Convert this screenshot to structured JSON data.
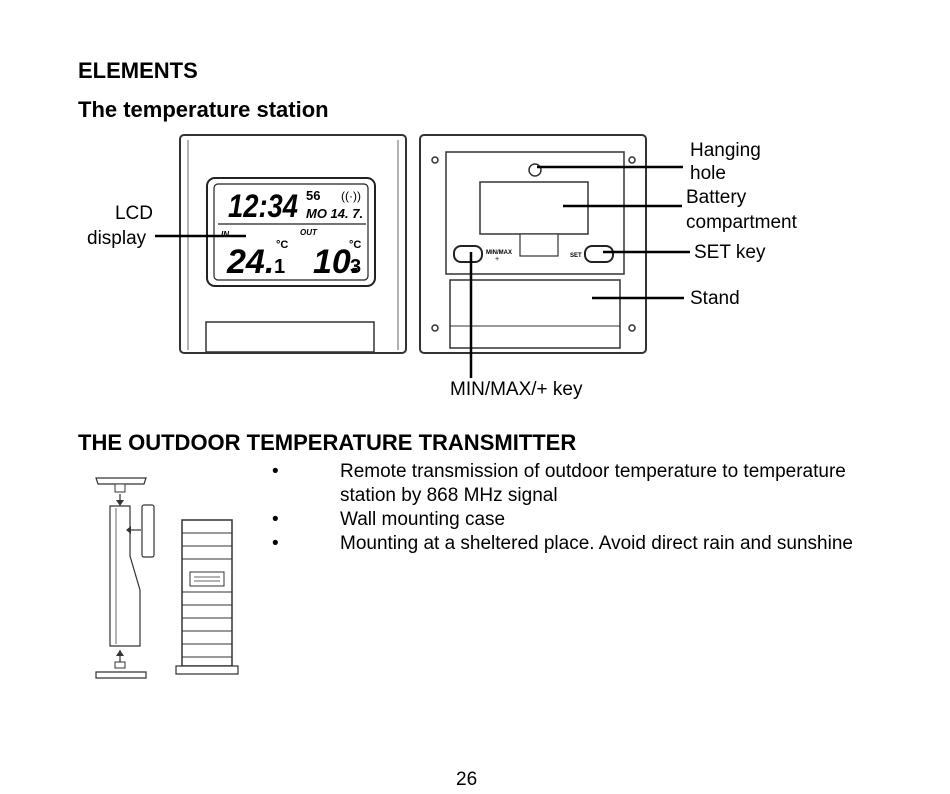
{
  "headings": {
    "elements": "ELEMENTS",
    "station": "The temperature station",
    "transmitter": "THE OUTDOOR TEMPERATURE TRANSMITTER"
  },
  "callouts": {
    "lcd_line1": "LCD",
    "lcd_line2": "display",
    "hanging_line1": "Hanging",
    "hanging_line2": "hole",
    "battery_line1": "Battery",
    "battery_line2": "compartment",
    "set_key": "SET key",
    "stand": "Stand",
    "minmax_key": "MIN/MAX/+ key"
  },
  "lcd": {
    "time": "12:34",
    "seconds": "56",
    "date_line": "MO 14. 7.",
    "in_label": "IN",
    "out_label": "OUT",
    "in_temp_main": "24.",
    "in_temp_dec": "1",
    "out_temp_main": "10.",
    "out_temp_dec": "3",
    "unit": "°C"
  },
  "device_back": {
    "minmax_small": "MIN/MAX",
    "plus_small": "+",
    "set_small": "SET"
  },
  "bullet_symbol": "•",
  "bullets": [
    "Remote transmission of outdoor temperature to temperature station by 868 MHz signal",
    "Wall mounting case",
    "Mounting at a sheltered place. Avoid direct rain and sunshine"
  ],
  "page_number": "26"
}
